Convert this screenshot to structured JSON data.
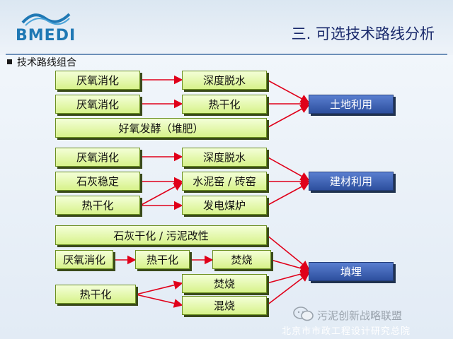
{
  "header": {
    "logo_text": "BMEDI",
    "title": "三. 可选技术路线分析"
  },
  "section": {
    "label": "技术路线组合"
  },
  "groups": [
    {
      "rows": [
        {
          "source": "厌氧消化",
          "middle": "深度脱水"
        },
        {
          "source": "厌氧消化",
          "middle": "热干化"
        },
        {
          "source": "好氧发酵（堆肥）"
        }
      ],
      "target": "土地利用"
    },
    {
      "rows": [
        {
          "source": "厌氧消化",
          "middle": "深度脱水"
        },
        {
          "source": "石灰稳定",
          "middle": "水泥窑 / 砖窑"
        },
        {
          "source": "热干化",
          "middle": "发电煤炉"
        }
      ],
      "target": "建材利用"
    },
    {
      "rows": [
        {
          "source": "石灰干化 / 污泥改性"
        },
        {
          "source": "厌氧消化",
          "middle": "热干化",
          "end": "焚烧"
        },
        {
          "middle": "焚烧"
        },
        {
          "source": "热干化",
          "middle": "混烧"
        }
      ],
      "target": "填埋"
    }
  ],
  "footer": {
    "brand": "污泥创新战略联盟",
    "org": "北京市市政工程设计研究总院"
  },
  "colors": {
    "box_fill": "#d7f28a",
    "target_fill": "#3a5fb0",
    "arrow": "#e0001a",
    "title": "#1a2a6c"
  }
}
